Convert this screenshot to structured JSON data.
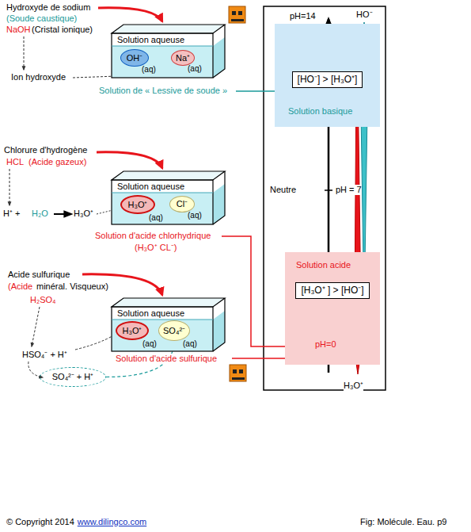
{
  "diagram": {
    "nodes": [
      {
        "text": [
          "Solution aqueuse"
        ]
      },
      {
        "text": [
          "OH⁻",
          "(aq)"
        ],
        "in": 0
      },
      {
        "text": [
          "Na⁺",
          "(aq)"
        ],
        "in": 0
      },
      {
        "text": [
          "Solution aqueuse"
        ]
      },
      {
        "text": [
          "H₃O⁺",
          "(aq)"
        ],
        "in": 3
      },
      {
        "text": [
          "Cl⁻",
          "(aq)"
        ],
        "in": 3
      },
      {
        "text": [
          "Solution aqueuse"
        ]
      },
      {
        "text": [
          "H₃O⁺",
          "(aq)"
        ],
        "in": 6
      },
      {
        "text": [
          "SO₄²⁻",
          "(aq)"
        ],
        "in": 6
      },
      {
        "text": [
          "SO₄²⁻ + H⁺"
        ]
      },
      {
        "text": [
          "Solution basique"
        ]
      },
      {
        "text": [
          "[HO⁻] > [H₃O⁺]"
        ],
        "in": 10
      },
      {
        "text": [
          "Solution acide"
        ]
      },
      {
        "text": [
          "[H₃O⁺ ] > [HO⁻]"
        ],
        "in": 12
      }
    ],
    "edges": [
      {
        "from": 9,
        "to": 8,
        "arrow": "to"
      }
    ],
    "labels": [
      "Hydroxyde de sodium",
      "(Soude caustique)",
      "NaOH",
      "(Cristal ionique)",
      "Ion hydroxyde",
      "Solution de « Lessive de soude »",
      "Chlorure d'hydrogène",
      "HCL",
      "(Acide gazeux)",
      "H⁺ +",
      "H₂O",
      "H₃O⁺",
      "Solution d'acide chlorhydrique",
      "(H₃O⁺ CL⁻)",
      "Acide sulfurique",
      "(Acide",
      "minéral. Visqueux)",
      "H₂SO₄",
      "HSO₄⁻ + H⁺",
      "Solution d'acide sulfurique",
      "pH=14",
      "HO⁻",
      "Neutre",
      "pH = 7",
      "pH=0",
      "H₃O⁺",
      "© Copyright 2014",
      "www.dilingco.com",
      "Fig:  Molécule. Eau. p9"
    ]
  }
}
